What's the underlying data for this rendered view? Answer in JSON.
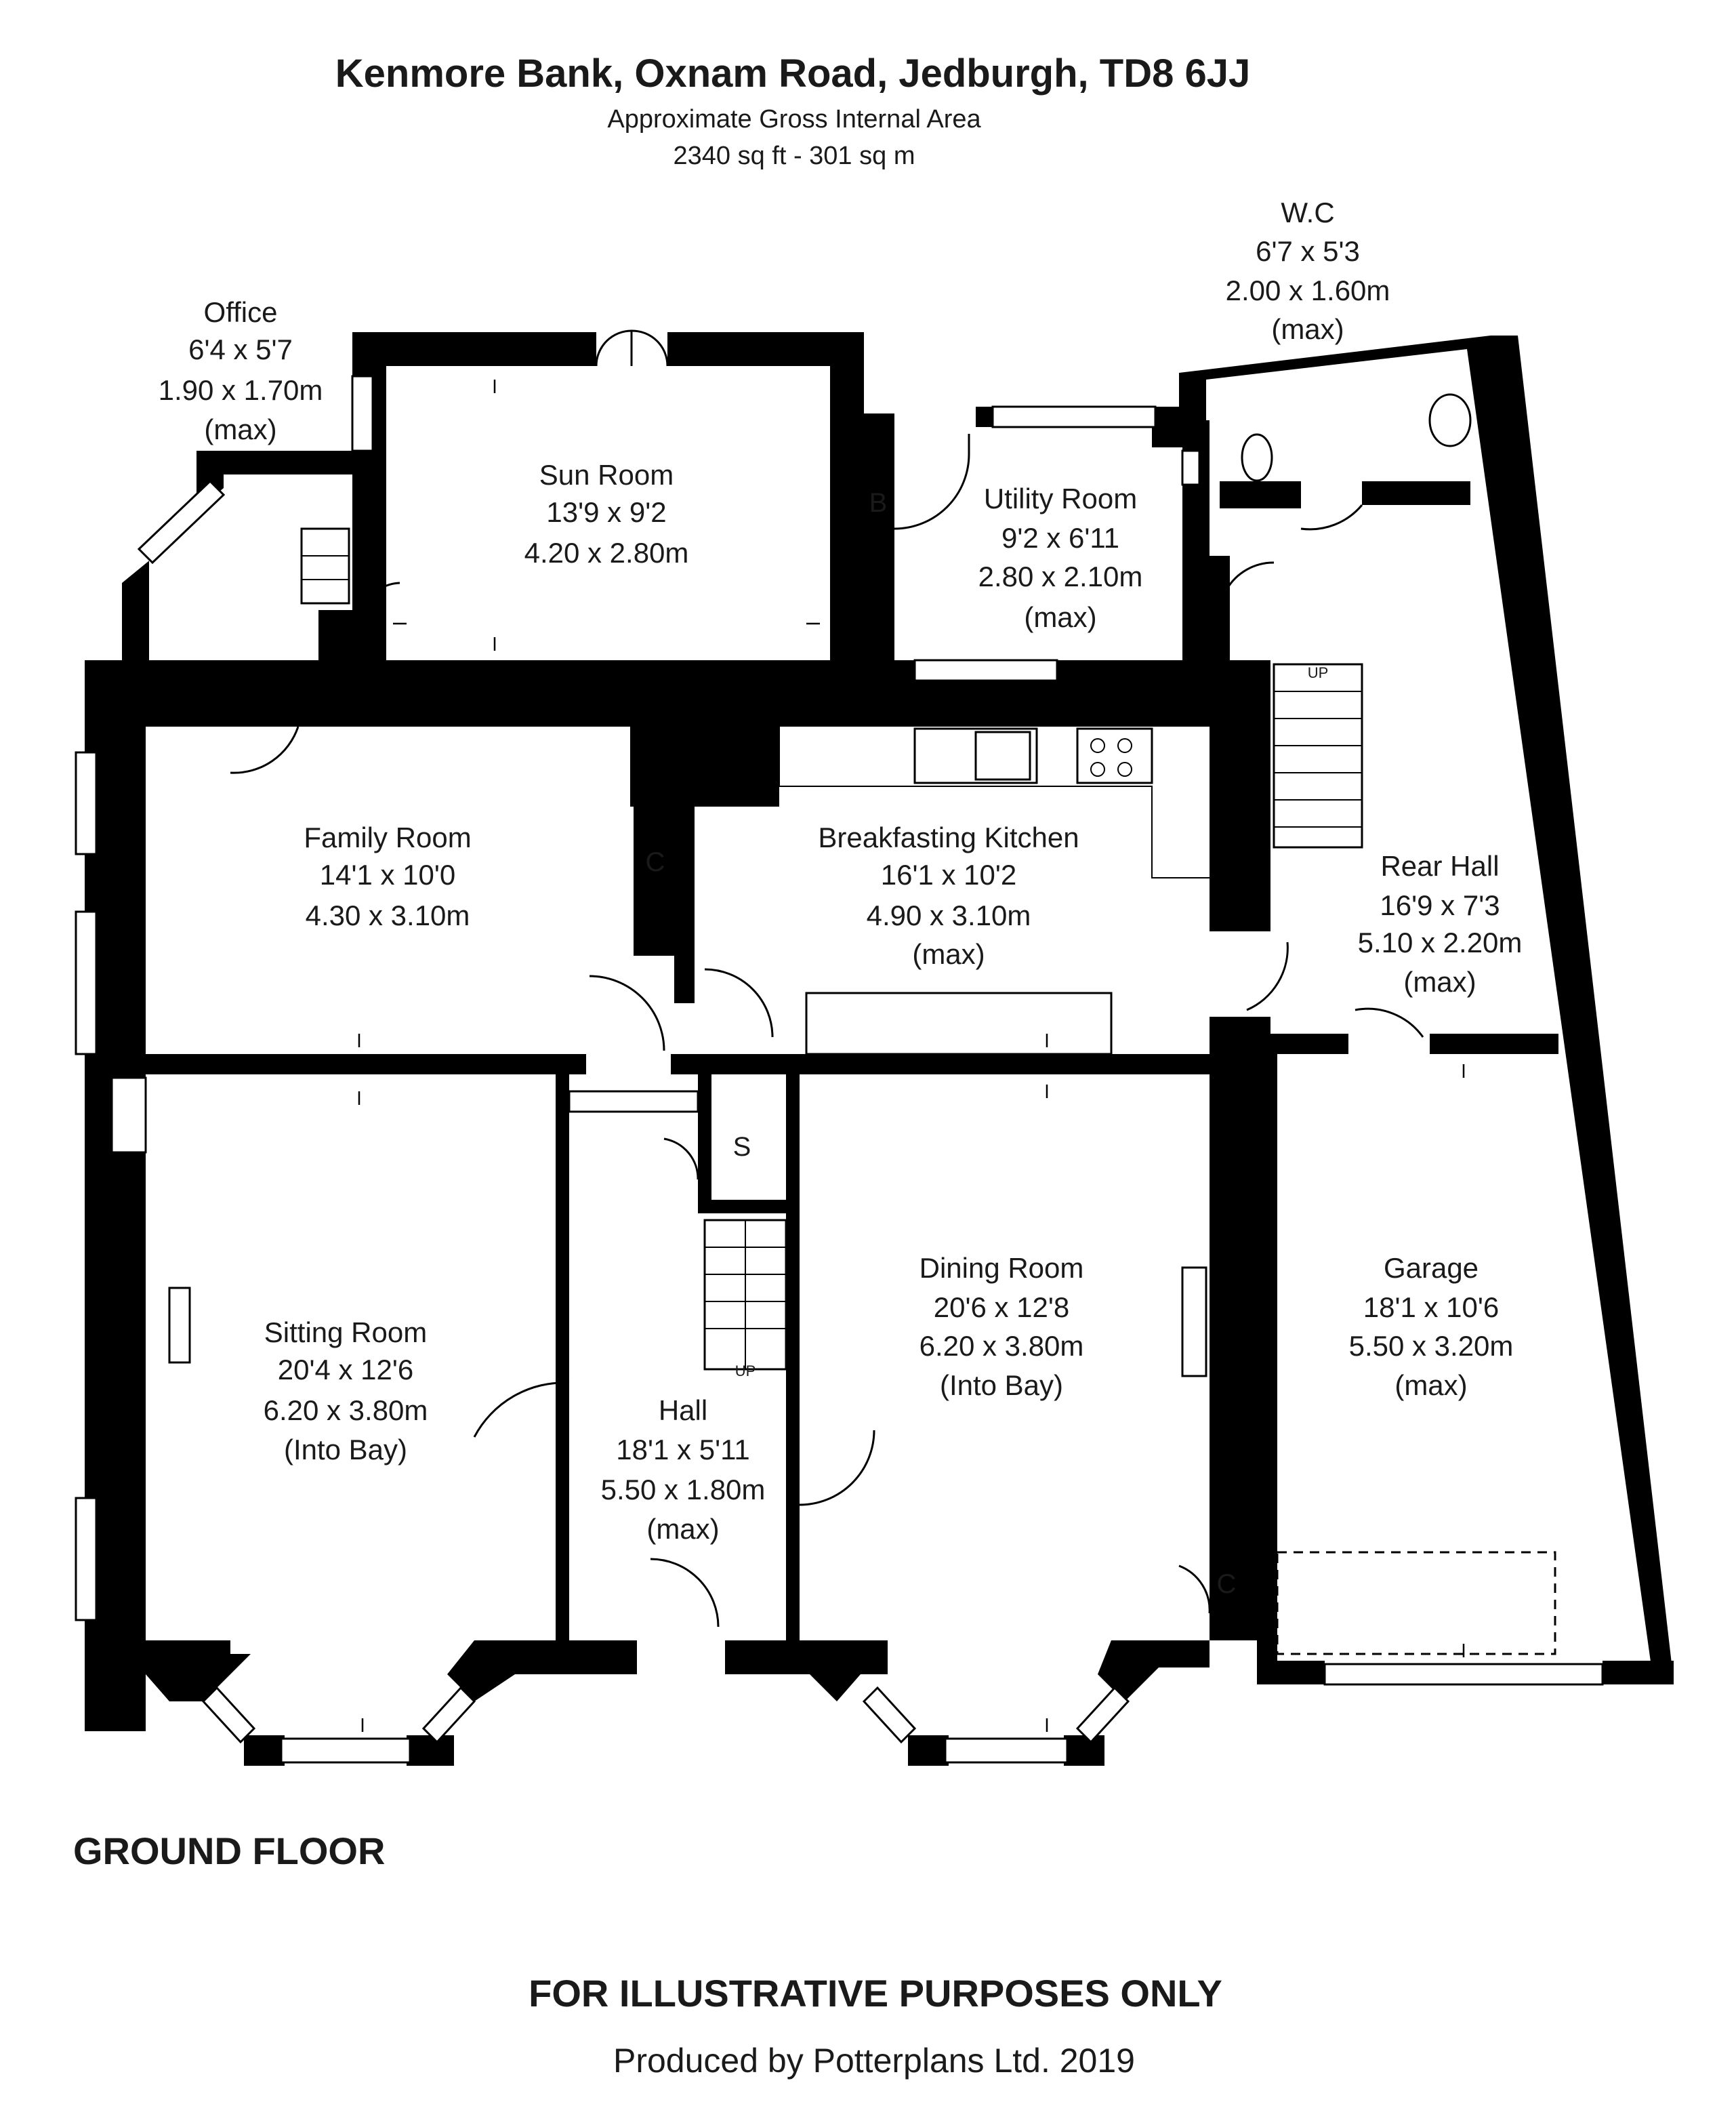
{
  "header": {
    "title": "Kenmore Bank, Oxnam Road, Jedburgh, TD8 6JJ",
    "subtitle": "Approximate Gross Internal Area",
    "area": "2340 sq ft - 301 sq m"
  },
  "floor_label": "GROUND FLOOR",
  "footer": {
    "disclaimer": "FOR ILLUSTRATIVE PURPOSES ONLY",
    "producer": "Produced by Potterplans Ltd. 2019"
  },
  "rooms": {
    "office": {
      "name": "Office",
      "imperial": "6'4 x 5'7",
      "metric": "1.90 x 1.70m",
      "note": "(max)"
    },
    "sun_room": {
      "name": "Sun Room",
      "imperial": "13'9 x 9'2",
      "metric": "4.20 x 2.80m"
    },
    "utility_room": {
      "name": "Utility Room",
      "imperial": "9'2 x 6'11",
      "metric": "2.80 x 2.10m",
      "note": "(max)"
    },
    "wc": {
      "name": "W.C",
      "imperial": "6'7 x 5'3",
      "metric": "2.00 x 1.60m",
      "note": "(max)"
    },
    "family_room": {
      "name": "Family Room",
      "imperial": "14'1 x 10'0",
      "metric": "4.30 x 3.10m"
    },
    "breakfasting_kitchen": {
      "name": "Breakfasting Kitchen",
      "imperial": "16'1 x 10'2",
      "metric": "4.90 x 3.10m",
      "note": "(max)"
    },
    "rear_hall": {
      "name": "Rear Hall",
      "imperial": "16'9 x 7'3",
      "metric": "5.10 x 2.20m",
      "note": "(max)"
    },
    "sitting_room": {
      "name": "Sitting Room",
      "imperial": "20'4 x 12'6",
      "metric": "6.20 x 3.80m",
      "note": "(Into Bay)"
    },
    "hall": {
      "name": "Hall",
      "imperial": "18'1 x 5'11",
      "metric": "5.50 x 1.80m",
      "note": "(max)"
    },
    "dining_room": {
      "name": "Dining Room",
      "imperial": "20'6 x 12'8",
      "metric": "6.20 x 3.80m",
      "note": "(Into Bay)"
    },
    "garage": {
      "name": "Garage",
      "imperial": "18'1 x 10'6",
      "metric": "5.50 x 3.20m",
      "note": "(max)"
    }
  },
  "symbols": {
    "boiler": "B",
    "cupboard": "C",
    "store": "S",
    "stairs_up": "UP"
  }
}
